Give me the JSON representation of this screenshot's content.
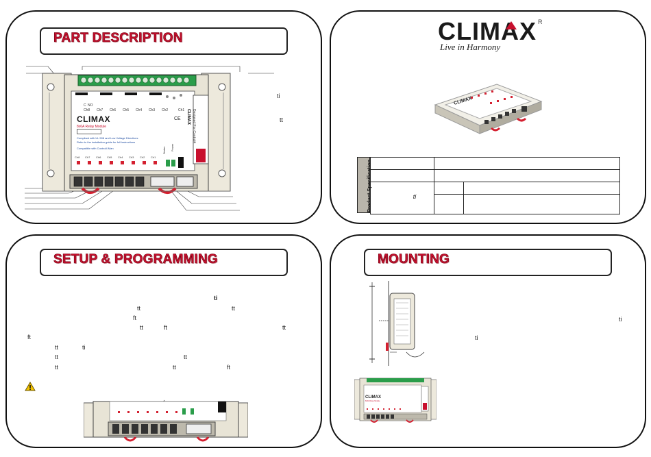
{
  "part_description": {
    "title": "PART DESCRIPTION",
    "left_ch_labels": [
      "Ch8",
      "Ch7",
      "Ch6",
      "Ch5",
      "Ch4",
      "Ch3",
      "Ch2",
      "Ch1"
    ],
    "top_terms": [
      "C",
      "NO"
    ],
    "brand": "CLIMAX",
    "module_name": "8x6A Relay Module",
    "side_brand": "CLIMAX",
    "side_text": "Designed For Control4",
    "ce_mark": "CE",
    "compliance_1": "Compliant with UL 508 and Low Voltage Directives",
    "compliance_2": "Refer to the installation guide for full instructions",
    "compat": "Compatible with Control4 Man",
    "bottom_ch_labels": [
      "Ch8",
      "Ch7",
      "Ch6",
      "Ch5",
      "Ch4",
      "Ch3",
      "Ch2",
      "Ch1"
    ],
    "status_label": "Status",
    "power_label": "Power",
    "frag_ti": "ti",
    "frag_tt": "tt"
  },
  "brand_panel": {
    "logo": "CLIMAX",
    "registered": "R",
    "tagline": "Live in Harmony",
    "product_brand": "CLIMAX",
    "spec_label": "Product Specification",
    "spec_frag": "ti"
  },
  "setup": {
    "title": "SETUP & PROGRAMMING",
    "frags": [
      "ti",
      "tt",
      "tt",
      "ft",
      "tt",
      "ft",
      "tt",
      "ft",
      "tt",
      "ti",
      "tt",
      "tt",
      "tt",
      "tt",
      "ft"
    ]
  },
  "mounting": {
    "title": "MOUNTING",
    "frags": [
      "ti",
      "ti"
    ],
    "mini_brand": "CLIMAX",
    "mini_module": "8x6A Relay Module"
  },
  "colors": {
    "accent": "#c8102e",
    "relay_red": "#d42030",
    "terminal_green": "#2a9d4a",
    "housing": "#ede9dc",
    "line": "#222222"
  }
}
